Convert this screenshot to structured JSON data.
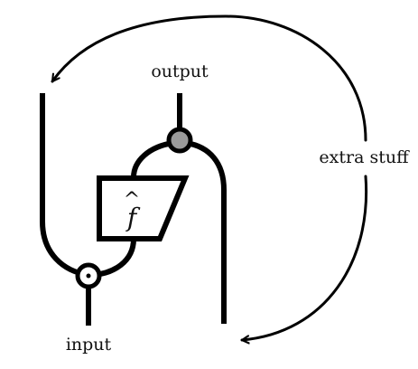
{
  "labels": {
    "output": "output",
    "input": "input",
    "extra": "extra stuff"
  },
  "box": {
    "function_symbol": "f",
    "hat_glyph": "^"
  },
  "colors": {
    "stroke": "#000000",
    "gray_node": "#9a9a9a",
    "white_node": "#ffffff",
    "text": "#111111"
  }
}
